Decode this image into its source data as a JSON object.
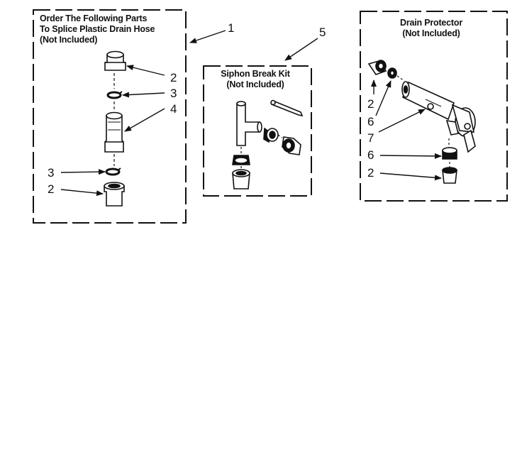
{
  "groups": {
    "splice": {
      "title": [
        "Order The Following Parts",
        "To Splice Plastic Drain Hose",
        "(Not Included)"
      ]
    },
    "siphon": {
      "title": [
        "Siphon Break Kit",
        "(Not Included)"
      ]
    },
    "drain": {
      "title": [
        "Drain Protector",
        "(Not Included)"
      ]
    }
  },
  "callouts": {
    "splice_group": "1",
    "siphon_group": "5",
    "splice": [
      "2",
      "3",
      "4",
      "3",
      "2"
    ],
    "drain": [
      "2",
      "6",
      "7",
      "6",
      "2"
    ]
  }
}
